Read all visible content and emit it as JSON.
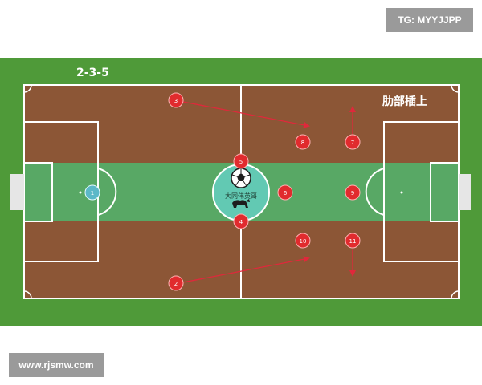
{
  "watermark_top": "TG: MYYJJPP",
  "watermark_bottom": "www.rjsmw.com",
  "formation_label": "2-3-5",
  "tactic_label": "肋部插上",
  "center_logo_text": "大同伟英哥",
  "players": [
    {
      "number": "1",
      "role": "goalkeeper"
    },
    {
      "number": "2"
    },
    {
      "number": "3"
    },
    {
      "number": "4"
    },
    {
      "number": "5"
    },
    {
      "number": "6"
    },
    {
      "number": "7"
    },
    {
      "number": "8"
    },
    {
      "number": "9"
    },
    {
      "number": "10"
    },
    {
      "number": "11"
    }
  ],
  "colors": {
    "outer_grass": "#4f9a39",
    "zone_brown": "#8c5636",
    "center_band": "#58a865",
    "center_circle_fill": "#62c9b3",
    "player_red": "#e12b2e",
    "goalkeeper_teal": "#5cb8c8",
    "arrow_red": "#e0283b",
    "line_white": "#ffffff"
  }
}
